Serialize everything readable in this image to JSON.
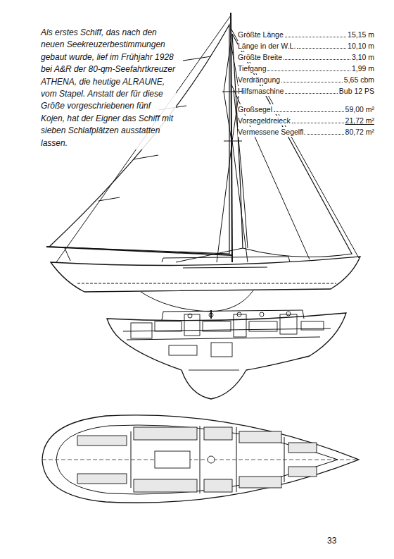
{
  "diagram": {
    "caption": "Als erstes Schiff, das nach den neuen Seekreuzerbestimmungen gebaut wurde, lief im Frühjahr 1928 bei A&R der 80-qm-Seefahrtkreuzer ATHENA, die heutige ALRAUNE, vom Stapel. Anstatt der für diese Größe vorgeschriebenen fünf Kojen, hat der Eigner das Schiff mit sieben Schlafplätzen ausstatten lassen.",
    "labels": [
      "Größte Länge",
      "15,15 m",
      "Länge in der W.L.",
      "10,10 m",
      "Größte Breite",
      "3,10 m",
      "Tiefgang",
      "1,99 m",
      "Verdrängung",
      "5,65 cbm",
      "Hilfsmaschine",
      "Bub 12 PS",
      "Großsegel",
      "59,00 m²",
      "Vorsegeldreieck",
      "21,72 m²",
      "Vermessene Segelfl.",
      "80,72 m²",
      "33"
    ]
  }
}
